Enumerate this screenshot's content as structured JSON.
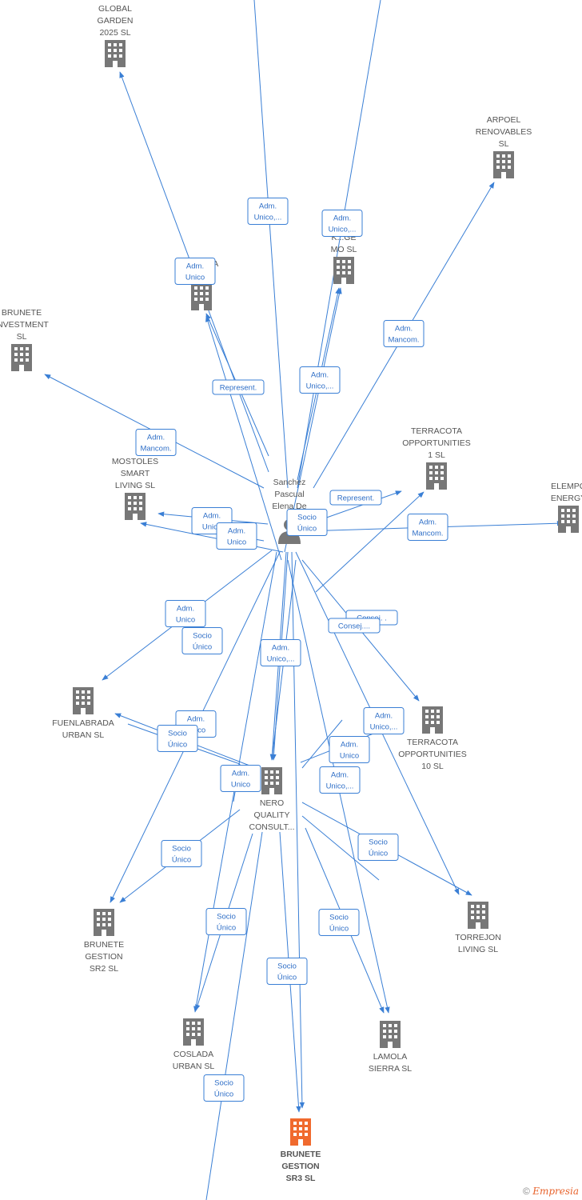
{
  "colors": {
    "edge": "#3a7fd5",
    "building": "#777777",
    "focus_building": "#f06a2e",
    "person": "#777777",
    "brand": "#e8632c"
  },
  "nodes": [
    {
      "id": "global_garden",
      "label": [
        "GLOBAL",
        "GARDEN",
        "2025  SL"
      ],
      "type": "company"
    },
    {
      "id": "arpoel",
      "label": [
        "ARPOEL",
        "RENOVABLES",
        "SL"
      ],
      "type": "company"
    },
    {
      "id": "lamola_h",
      "label": [
        "LAMOLA",
        "H...  SL"
      ],
      "type": "company"
    },
    {
      "id": "k_mo",
      "label": [
        "K...GE",
        "MO  SL"
      ],
      "type": "company"
    },
    {
      "id": "brunete_inv",
      "label": [
        "BRUNETE",
        "INVESTMENT",
        "SL"
      ],
      "type": "company"
    },
    {
      "id": "terracota1",
      "label": [
        "TERRACOTA",
        "OPPORTUNITIES",
        "1  SL"
      ],
      "type": "company"
    },
    {
      "id": "elempo",
      "label": [
        "ELEMPO",
        "ENERGY"
      ],
      "type": "company"
    },
    {
      "id": "mostoles",
      "label": [
        "MOSTOLES",
        "SMART",
        "LIVING  SL"
      ],
      "type": "company"
    },
    {
      "id": "person",
      "label": [
        "Sanchez",
        "Pascual",
        "Elena De"
      ],
      "type": "person"
    },
    {
      "id": "fuenlabrada",
      "label": [
        "FUENLABRADA",
        "URBAN  SL"
      ],
      "type": "company"
    },
    {
      "id": "terracota10",
      "label": [
        "TERRACOTA",
        "OPPORTUNITIES",
        "10  SL"
      ],
      "type": "company"
    },
    {
      "id": "nero",
      "label": [
        "NERO",
        "QUALITY",
        "CONSULT..."
      ],
      "type": "company"
    },
    {
      "id": "torrejon",
      "label": [
        "TORREJON",
        "LIVING  SL"
      ],
      "type": "company"
    },
    {
      "id": "brunete_sr2",
      "label": [
        "BRUNETE",
        "GESTION",
        "SR2  SL"
      ],
      "type": "company"
    },
    {
      "id": "coslada",
      "label": [
        "COSLADA",
        "URBAN  SL"
      ],
      "type": "company"
    },
    {
      "id": "lamola_sierra",
      "label": [
        "LAMOLA",
        "SIERRA  SL"
      ],
      "type": "company"
    },
    {
      "id": "brunete_sr3",
      "label": [
        "BRUNETE",
        "GESTION",
        "SR3  SL"
      ],
      "type": "company",
      "focus": true
    }
  ],
  "edges": [
    {
      "label": [
        "Adm.",
        "Unico,..."
      ]
    },
    {
      "label": [
        "Adm.",
        "Unico,..."
      ]
    },
    {
      "label": [
        "Adm.",
        "Unico"
      ]
    },
    {
      "label": [
        "Adm.",
        "Mancom."
      ]
    },
    {
      "label": [
        "Adm.",
        "Unico,..."
      ]
    },
    {
      "label": [
        "Represent."
      ]
    },
    {
      "label": [
        "Adm.",
        "Mancom."
      ]
    },
    {
      "label": [
        "Represent."
      ]
    },
    {
      "label": [
        "Socio",
        "Único"
      ]
    },
    {
      "label": [
        "Adm.",
        "Unico"
      ]
    },
    {
      "label": [
        "Adm.",
        "Unico"
      ]
    },
    {
      "label": [
        "Adm.",
        "Mancom."
      ]
    },
    {
      "label": [
        "Adm.",
        "Unico"
      ]
    },
    {
      "label": [
        "Consej. ."
      ]
    },
    {
      "label": [
        "Consej...."
      ]
    },
    {
      "label": [
        "Socio",
        "Único"
      ]
    },
    {
      "label": [
        "Adm.",
        "Unico,..."
      ]
    },
    {
      "label": [
        "Adm.",
        "Unico"
      ]
    },
    {
      "label": [
        "Socio",
        "Único"
      ]
    },
    {
      "label": [
        "Adm.",
        "Unico,..."
      ]
    },
    {
      "label": [
        "Adm.",
        "Unico"
      ]
    },
    {
      "label": [
        "Adm.",
        "Unico,..."
      ]
    },
    {
      "label": [
        "Adm.",
        "Unico"
      ]
    },
    {
      "label": [
        "Socio",
        "Único"
      ]
    },
    {
      "label": [
        "Socio",
        "Único"
      ]
    },
    {
      "label": [
        "Socio",
        "Único"
      ]
    },
    {
      "label": [
        "Socio",
        "Único"
      ]
    },
    {
      "label": [
        "Socio",
        "Único"
      ]
    },
    {
      "label": [
        "Socio",
        "Único"
      ]
    }
  ],
  "footer": {
    "copyright": "©",
    "brand": "Empresia"
  }
}
